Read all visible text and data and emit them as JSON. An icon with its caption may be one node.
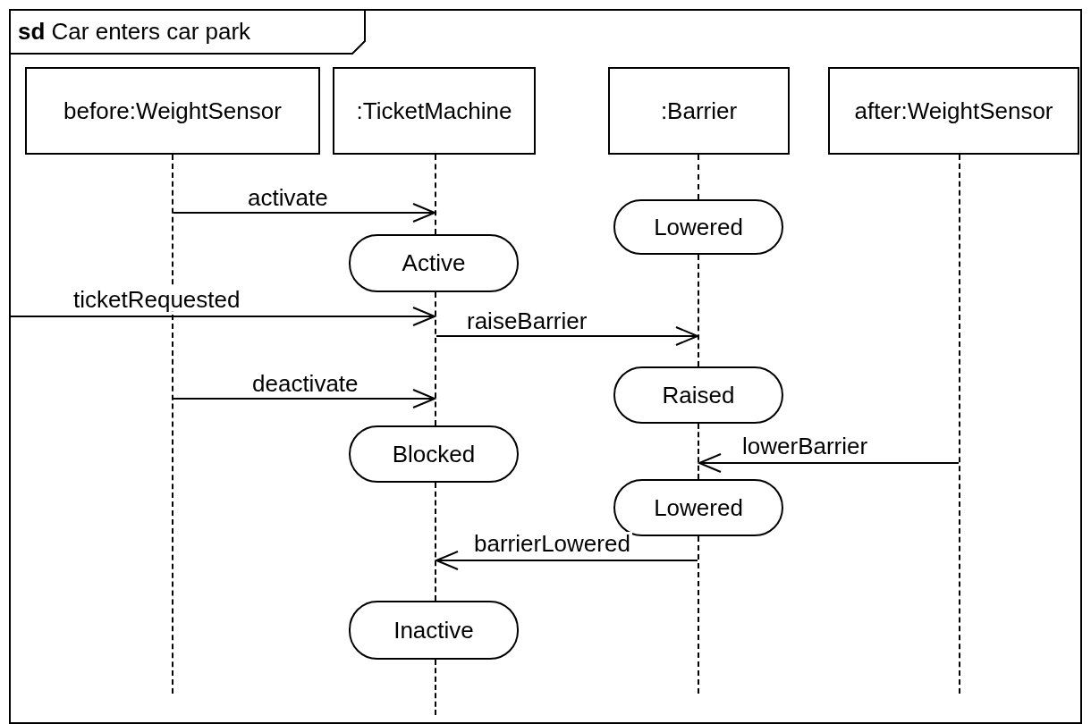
{
  "diagram": {
    "nodes": [
      {
        "text": [
          "**sd** Car enters car park"
        ]
      },
      {
        "text": [
          "before:WeightSensor"
        ],
        "in": 0
      },
      {
        "text": [
          ":TicketMachine"
        ],
        "in": 0
      },
      {
        "text": [
          ":Barrier"
        ],
        "in": 0
      },
      {
        "text": [
          "after:WeightSensor"
        ],
        "in": 0
      },
      {
        "text": [],
        "shape": "line",
        "in": 0
      },
      {
        "text": [],
        "shape": "line",
        "in": 0
      },
      {
        "text": [],
        "shape": "line",
        "in": 0
      },
      {
        "text": [],
        "shape": "line",
        "in": 0
      },
      {
        "text": [],
        "shape": "line",
        "in": 0
      },
      {
        "text": [],
        "shape": "line",
        "in": 0
      },
      {
        "text": [],
        "shape": "line",
        "in": 0
      },
      {
        "text": [],
        "shape": "line",
        "in": 0
      },
      {
        "text": [],
        "shape": "line",
        "in": 0
      },
      {
        "text": [],
        "shape": "line",
        "in": 0
      },
      {
        "text": [
          "Lowered"
        ],
        "in": 0
      },
      {
        "text": [
          "Active"
        ],
        "in": 0
      },
      {
        "text": [
          "Raised"
        ],
        "in": 0
      },
      {
        "text": [
          "Blocked"
        ],
        "in": 0
      },
      {
        "text": [
          "Lowered"
        ],
        "in": 0
      },
      {
        "text": [
          "Inactive"
        ],
        "in": 0
      }
    ],
    "edges": [
      {
        "from": 5,
        "to": 6,
        "arrow": "to",
        "label": "activate"
      },
      {
        "from": null,
        "to": 7,
        "arrow": "to",
        "label": "ticketRequested"
      },
      {
        "from": 7,
        "to": 11,
        "arrow": "to",
        "label": "raiseBarrier"
      },
      {
        "from": 5,
        "to": 7,
        "arrow": "to",
        "label": "deactivate"
      },
      {
        "from": 14,
        "to": 12,
        "arrow": "to",
        "label": "lowerBarrier"
      },
      {
        "from": 13,
        "to": 8,
        "arrow": "to",
        "label": "barrierLowered"
      }
    ]
  }
}
